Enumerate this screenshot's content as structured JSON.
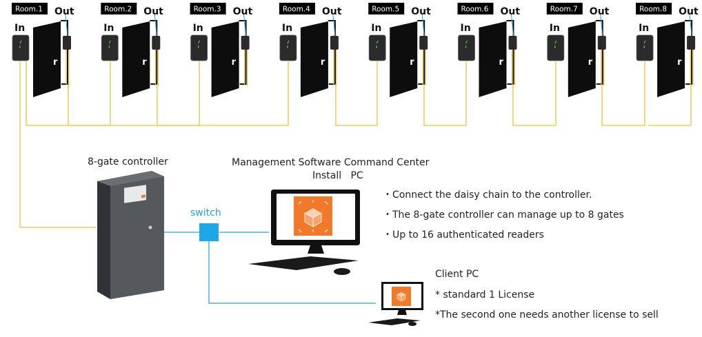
{
  "rooms": [
    "Room.1",
    "Room.2",
    "Room.3",
    "Room.4",
    "Room.5",
    "Room.6",
    "Room.7",
    "Room.8"
  ],
  "door_labels": {
    "in": "In",
    "out": "Out"
  },
  "controller": {
    "label": "8-gate controller"
  },
  "switch": {
    "label": "switch"
  },
  "management_pc": {
    "title": "Management Software Command Center",
    "subtitle": "Install   PC"
  },
  "features": [
    "・Connect the daisy chain to the controller.",
    "・The 8-gate controller can manage up to 8 gates",
    "・Up to 16 authenticated readers"
  ],
  "client_pc": {
    "title": "Client PC",
    "note1": "* standard 1 License",
    "note2": "*The second one needs another license to sell"
  },
  "colors": {
    "wire": "#e8c23c",
    "network": "#2a9fd6",
    "switch": "#1da7e6",
    "orange": "#f07a2a",
    "controller": "#505458"
  },
  "icons": {
    "reader": "card-reader-icon",
    "door": "door-icon",
    "software": "software-cube-icon",
    "monitor": "monitor-icon"
  }
}
